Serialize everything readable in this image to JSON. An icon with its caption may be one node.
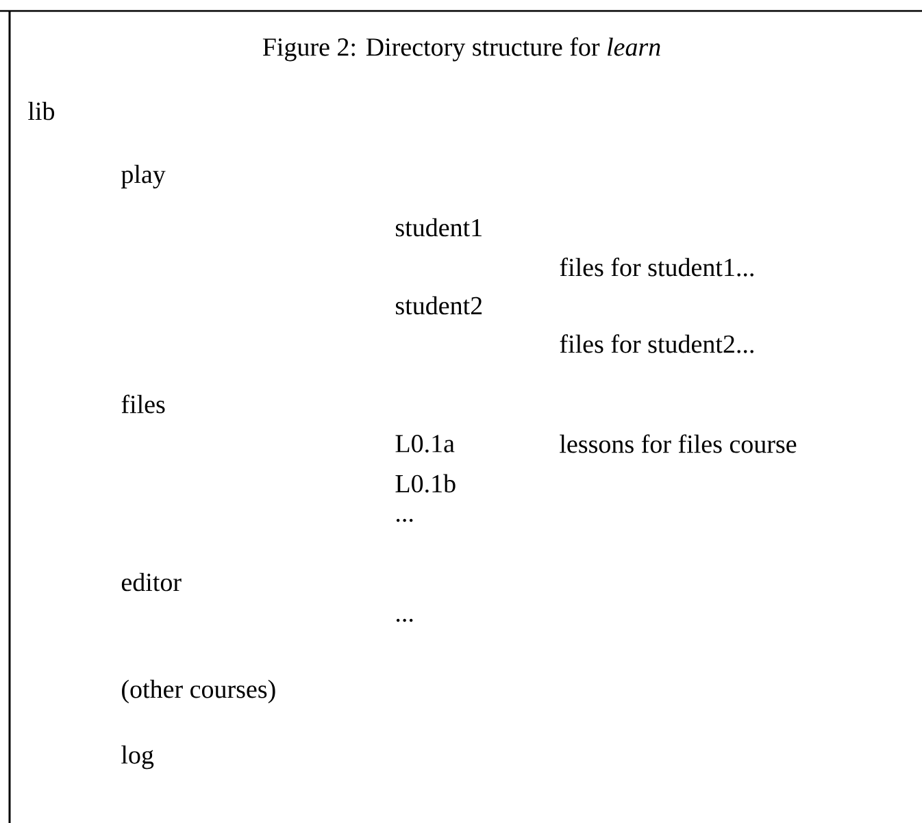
{
  "diagram": {
    "title": "Figure 2: Directory structure for *learn*",
    "labels": [
      "lib",
      "play",
      "student1",
      "files for student1...",
      "student2",
      "files for student2...",
      "files",
      "L0.1a",
      "lessons for files course",
      "L0.1b",
      "...",
      "editor",
      "...",
      "(other courses)",
      "log"
    ]
  }
}
